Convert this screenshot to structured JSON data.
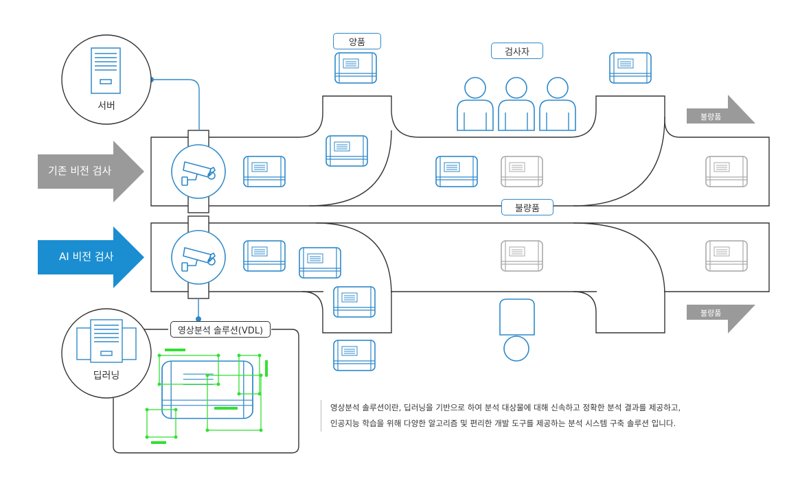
{
  "labels": {
    "server": "서버",
    "inspectors": "검사자",
    "good_product": "양품",
    "defect_top": "불량품",
    "defect_mid": "불량품",
    "defect_bottom": "불량품",
    "legacy_vision": "기존 비전 검사",
    "ai_vision": "AI 비전 검사",
    "deep_learning": "딥러닝",
    "vdl": "영상분석 솔루션(VDL)"
  },
  "description": {
    "line1": "영상분석 솔루션이란, 딥러닝을 기반으로 하여 분석 대상물에 대해 신속하고 정확한 분석 결과를 제공하고,",
    "line2": "인공지능 학습을 위해 다양한 알고리즘 및 편리한 개발 도구를 제공하는 분석 시스템 구축 솔루션 입니다."
  },
  "colors": {
    "accent": "#2d88c9",
    "ai_arrow": "#1a8ed0",
    "legacy_arrow": "#9a9a9a",
    "detect_green": "#33e033",
    "line": "#333333",
    "grey_box": "#aaaaaa"
  },
  "icons": [
    "server-icon",
    "deep-learning-server-icon",
    "camera-icon",
    "person-icon",
    "product-box-icon"
  ]
}
